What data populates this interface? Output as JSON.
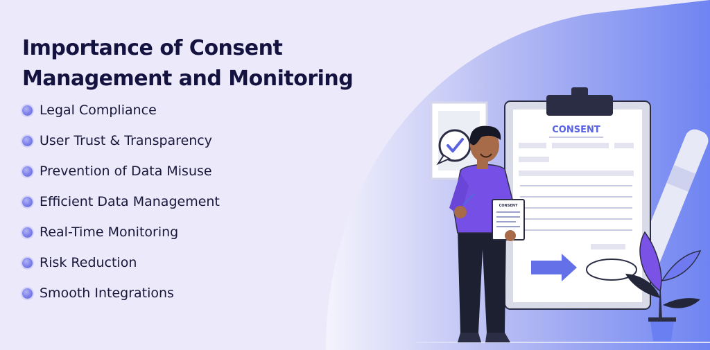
{
  "title": {
    "line1": "Importance of Consent",
    "line2": "Management and Monitoring"
  },
  "bullets": [
    "Legal Compliance",
    "User Trust & Transparency",
    "Prevention of Data Misuse",
    "Efficient Data Management",
    "Real-Time Monitoring",
    "Risk Reduction",
    "Smooth Integrations"
  ],
  "illustration": {
    "clipboard_heading": "CONSENT",
    "small_clipboard_heading": "CONSENT"
  },
  "colors": {
    "background": "#ece9fb",
    "accent": "#6c72ea",
    "title": "#14123f",
    "shirt": "#7650e6"
  }
}
